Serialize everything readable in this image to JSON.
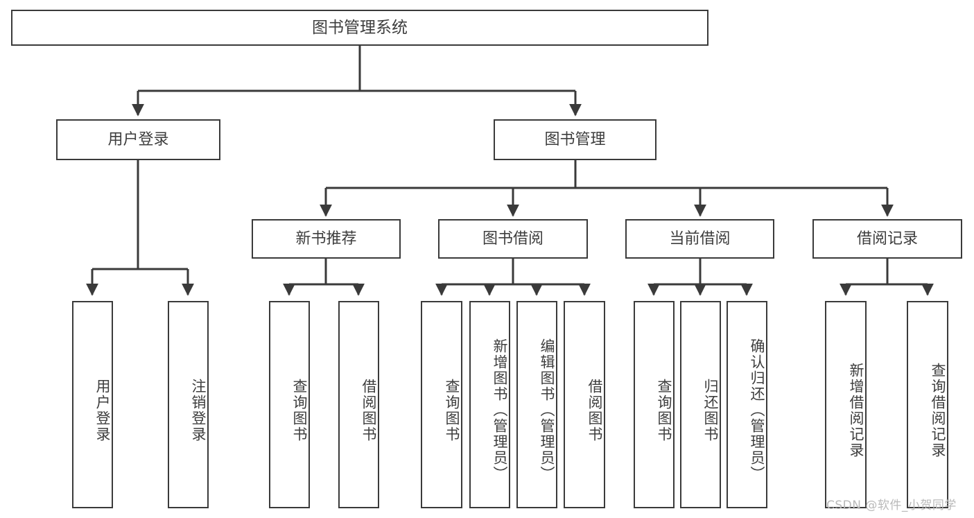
{
  "diagram": {
    "title": "图书管理系统",
    "type": "tree",
    "root": {
      "id": "root",
      "label": "图书管理系统"
    },
    "level2": [
      {
        "id": "user-login",
        "label": "用户登录"
      },
      {
        "id": "book-manage",
        "label": "图书管理"
      }
    ],
    "level3": [
      {
        "id": "new-book-rec",
        "label": "新书推荐",
        "parent": "book-manage"
      },
      {
        "id": "book-borrow",
        "label": "图书借阅",
        "parent": "book-manage"
      },
      {
        "id": "current-borrow",
        "label": "当前借阅",
        "parent": "book-manage"
      },
      {
        "id": "borrow-record",
        "label": "借阅记录",
        "parent": "book-manage"
      }
    ],
    "leaves": [
      {
        "id": "leaf-user-login",
        "label": "用户登录",
        "parent": "user-login"
      },
      {
        "id": "leaf-user-logout",
        "label": "注销登录",
        "parent": "user-login"
      },
      {
        "id": "leaf-query-book-1",
        "label": "查询图书",
        "parent": "new-book-rec"
      },
      {
        "id": "leaf-borrow-book-1",
        "label": "借阅图书",
        "parent": "new-book-rec"
      },
      {
        "id": "leaf-query-book-2",
        "label": "查询图书",
        "parent": "book-borrow"
      },
      {
        "id": "leaf-add-book",
        "label": "新增图书（管理员）",
        "parent": "book-borrow"
      },
      {
        "id": "leaf-edit-book",
        "label": "编辑图书（管理员）",
        "parent": "book-borrow"
      },
      {
        "id": "leaf-borrow-book-2",
        "label": "借阅图书",
        "parent": "book-borrow"
      },
      {
        "id": "leaf-query-book-3",
        "label": "查询图书",
        "parent": "current-borrow"
      },
      {
        "id": "leaf-return-book",
        "label": "归还图书",
        "parent": "current-borrow"
      },
      {
        "id": "leaf-confirm-return",
        "label": "确认归还（管理员）",
        "parent": "current-borrow"
      },
      {
        "id": "leaf-add-record",
        "label": "新增借阅记录",
        "parent": "borrow-record"
      },
      {
        "id": "leaf-query-record",
        "label": "查询借阅记录",
        "parent": "borrow-record"
      }
    ],
    "watermark": "CSDN @软件_小贺同学",
    "colors": {
      "border": "#3a3a3a",
      "text": "#3d3d3d",
      "background": "#ffffff",
      "watermark": "#b9b9b9"
    }
  }
}
